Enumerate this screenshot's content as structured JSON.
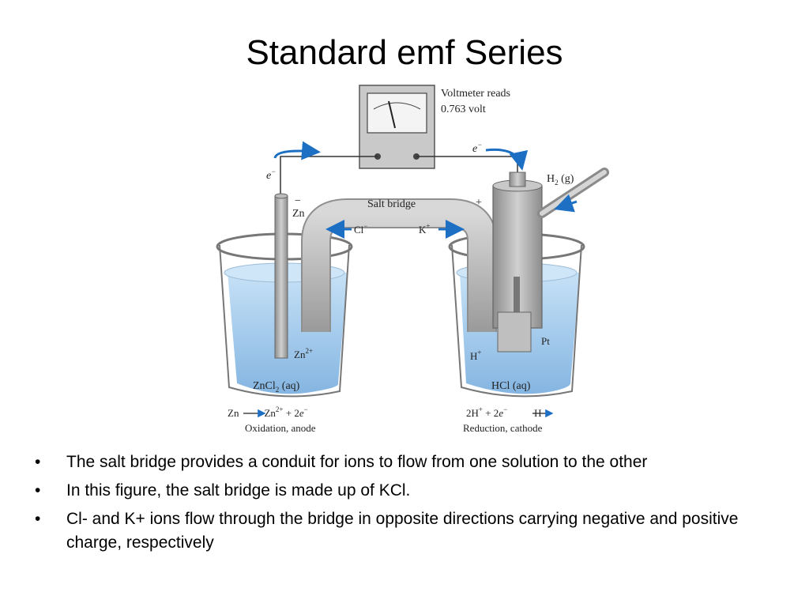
{
  "title": "Standard emf Series",
  "figure": {
    "voltmeter_reading": "Voltmeter reads",
    "voltmeter_value": "0.763 volt",
    "salt_bridge": "Salt bridge",
    "electron_left": "e",
    "electron_right": "e",
    "electron_sup": "−",
    "anode_sign": "−",
    "anode_metal": "Zn",
    "cathode_sign": "+",
    "cl_ion": "Cl",
    "cl_sup": "−",
    "k_ion": "K",
    "k_sup": "+",
    "h2_gas": "H",
    "h2_sub": "2",
    "h2_state": " (g)",
    "zn_ion": "Zn",
    "zn_ion_sup": "2+",
    "h_ion": "H",
    "h_ion_sup": "+",
    "pt": "Pt",
    "left_solution": "ZnCl",
    "left_solution_sub": "2",
    "left_solution_state": " (aq)",
    "right_solution": "HCl (aq)",
    "left_reaction": {
      "reactant": "Zn",
      "product": "Zn",
      "product_sup": "2+",
      "rest": " + 2",
      "e": "e",
      "e_sup": "−"
    },
    "left_caption": "Oxidation, anode",
    "right_reaction": {
      "lead": "2H",
      "lead_sup": "+",
      "mid": " + 2",
      "e": "e",
      "e_sup": "−",
      "product": "H"
    },
    "right_caption": "Reduction, cathode"
  },
  "bullets": [
    "The salt bridge provides a conduit for ions to flow from one solution to the other",
    "In this figure, the salt bridge is made up of KCl.",
    "Cl- and K+ ions flow through the bridge in opposite directions carrying negative and positive charge, respectively"
  ],
  "bullet_symbol": "•",
  "colors": {
    "solution": "#9cc6ea",
    "arrow": "#1d6fc4",
    "metal": "#a9a9a9"
  }
}
